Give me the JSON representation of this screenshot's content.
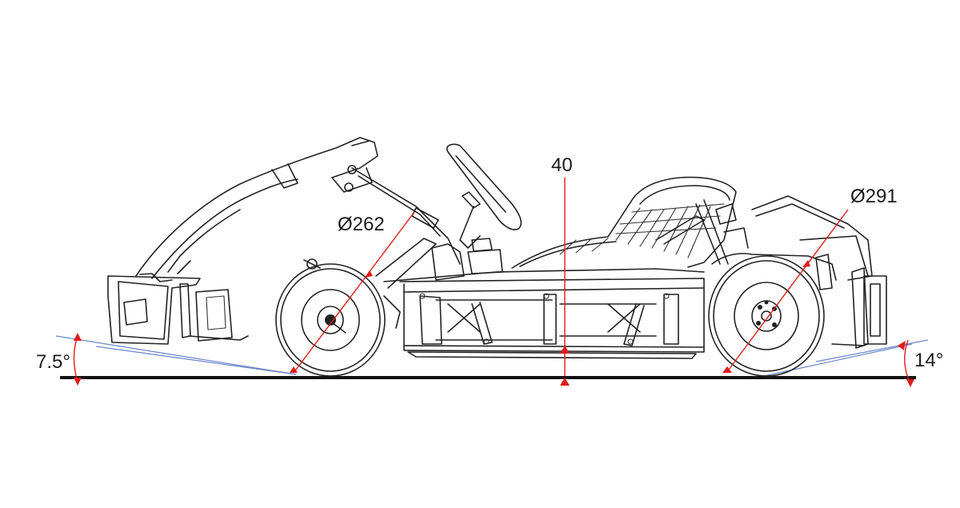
{
  "dimensions": {
    "front_wheel_diameter": "Ø262",
    "rear_wheel_diameter": "Ø291",
    "ground_clearance": "40",
    "front_approach_angle": "7.5°",
    "rear_departure_angle": "14°"
  },
  "colors": {
    "dimension_lines": "#e01b1b",
    "ground_lines": "#6a86c8",
    "drawing": "#222222"
  }
}
